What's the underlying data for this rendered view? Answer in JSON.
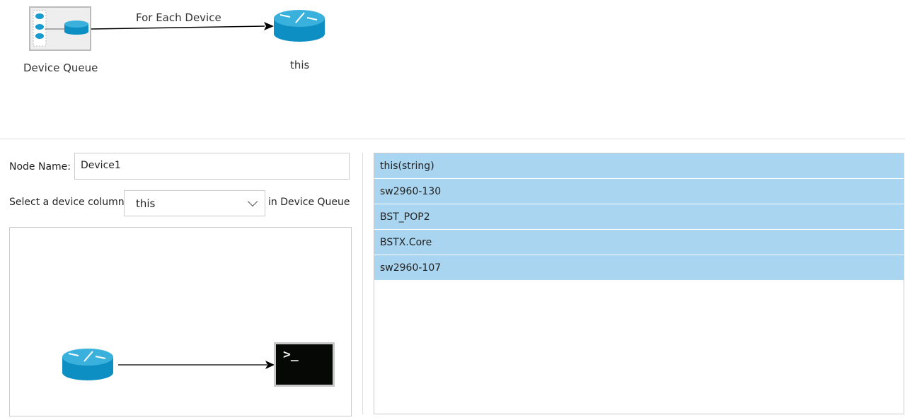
{
  "flow": {
    "source_label": "Device Queue",
    "edge_label": "For Each Device",
    "target_label": "this"
  },
  "form": {
    "node_name_label": "Node Name:",
    "node_name_value": "Device1",
    "select_prefix": "Select a device column",
    "select_value": "this",
    "select_suffix": "in Device Queue"
  },
  "terminal_prompt": ">_",
  "list": {
    "header": "this(string)",
    "items": [
      "sw2960-130",
      "BST_POP2",
      "BSTX.Core",
      "sw2960-107"
    ]
  }
}
